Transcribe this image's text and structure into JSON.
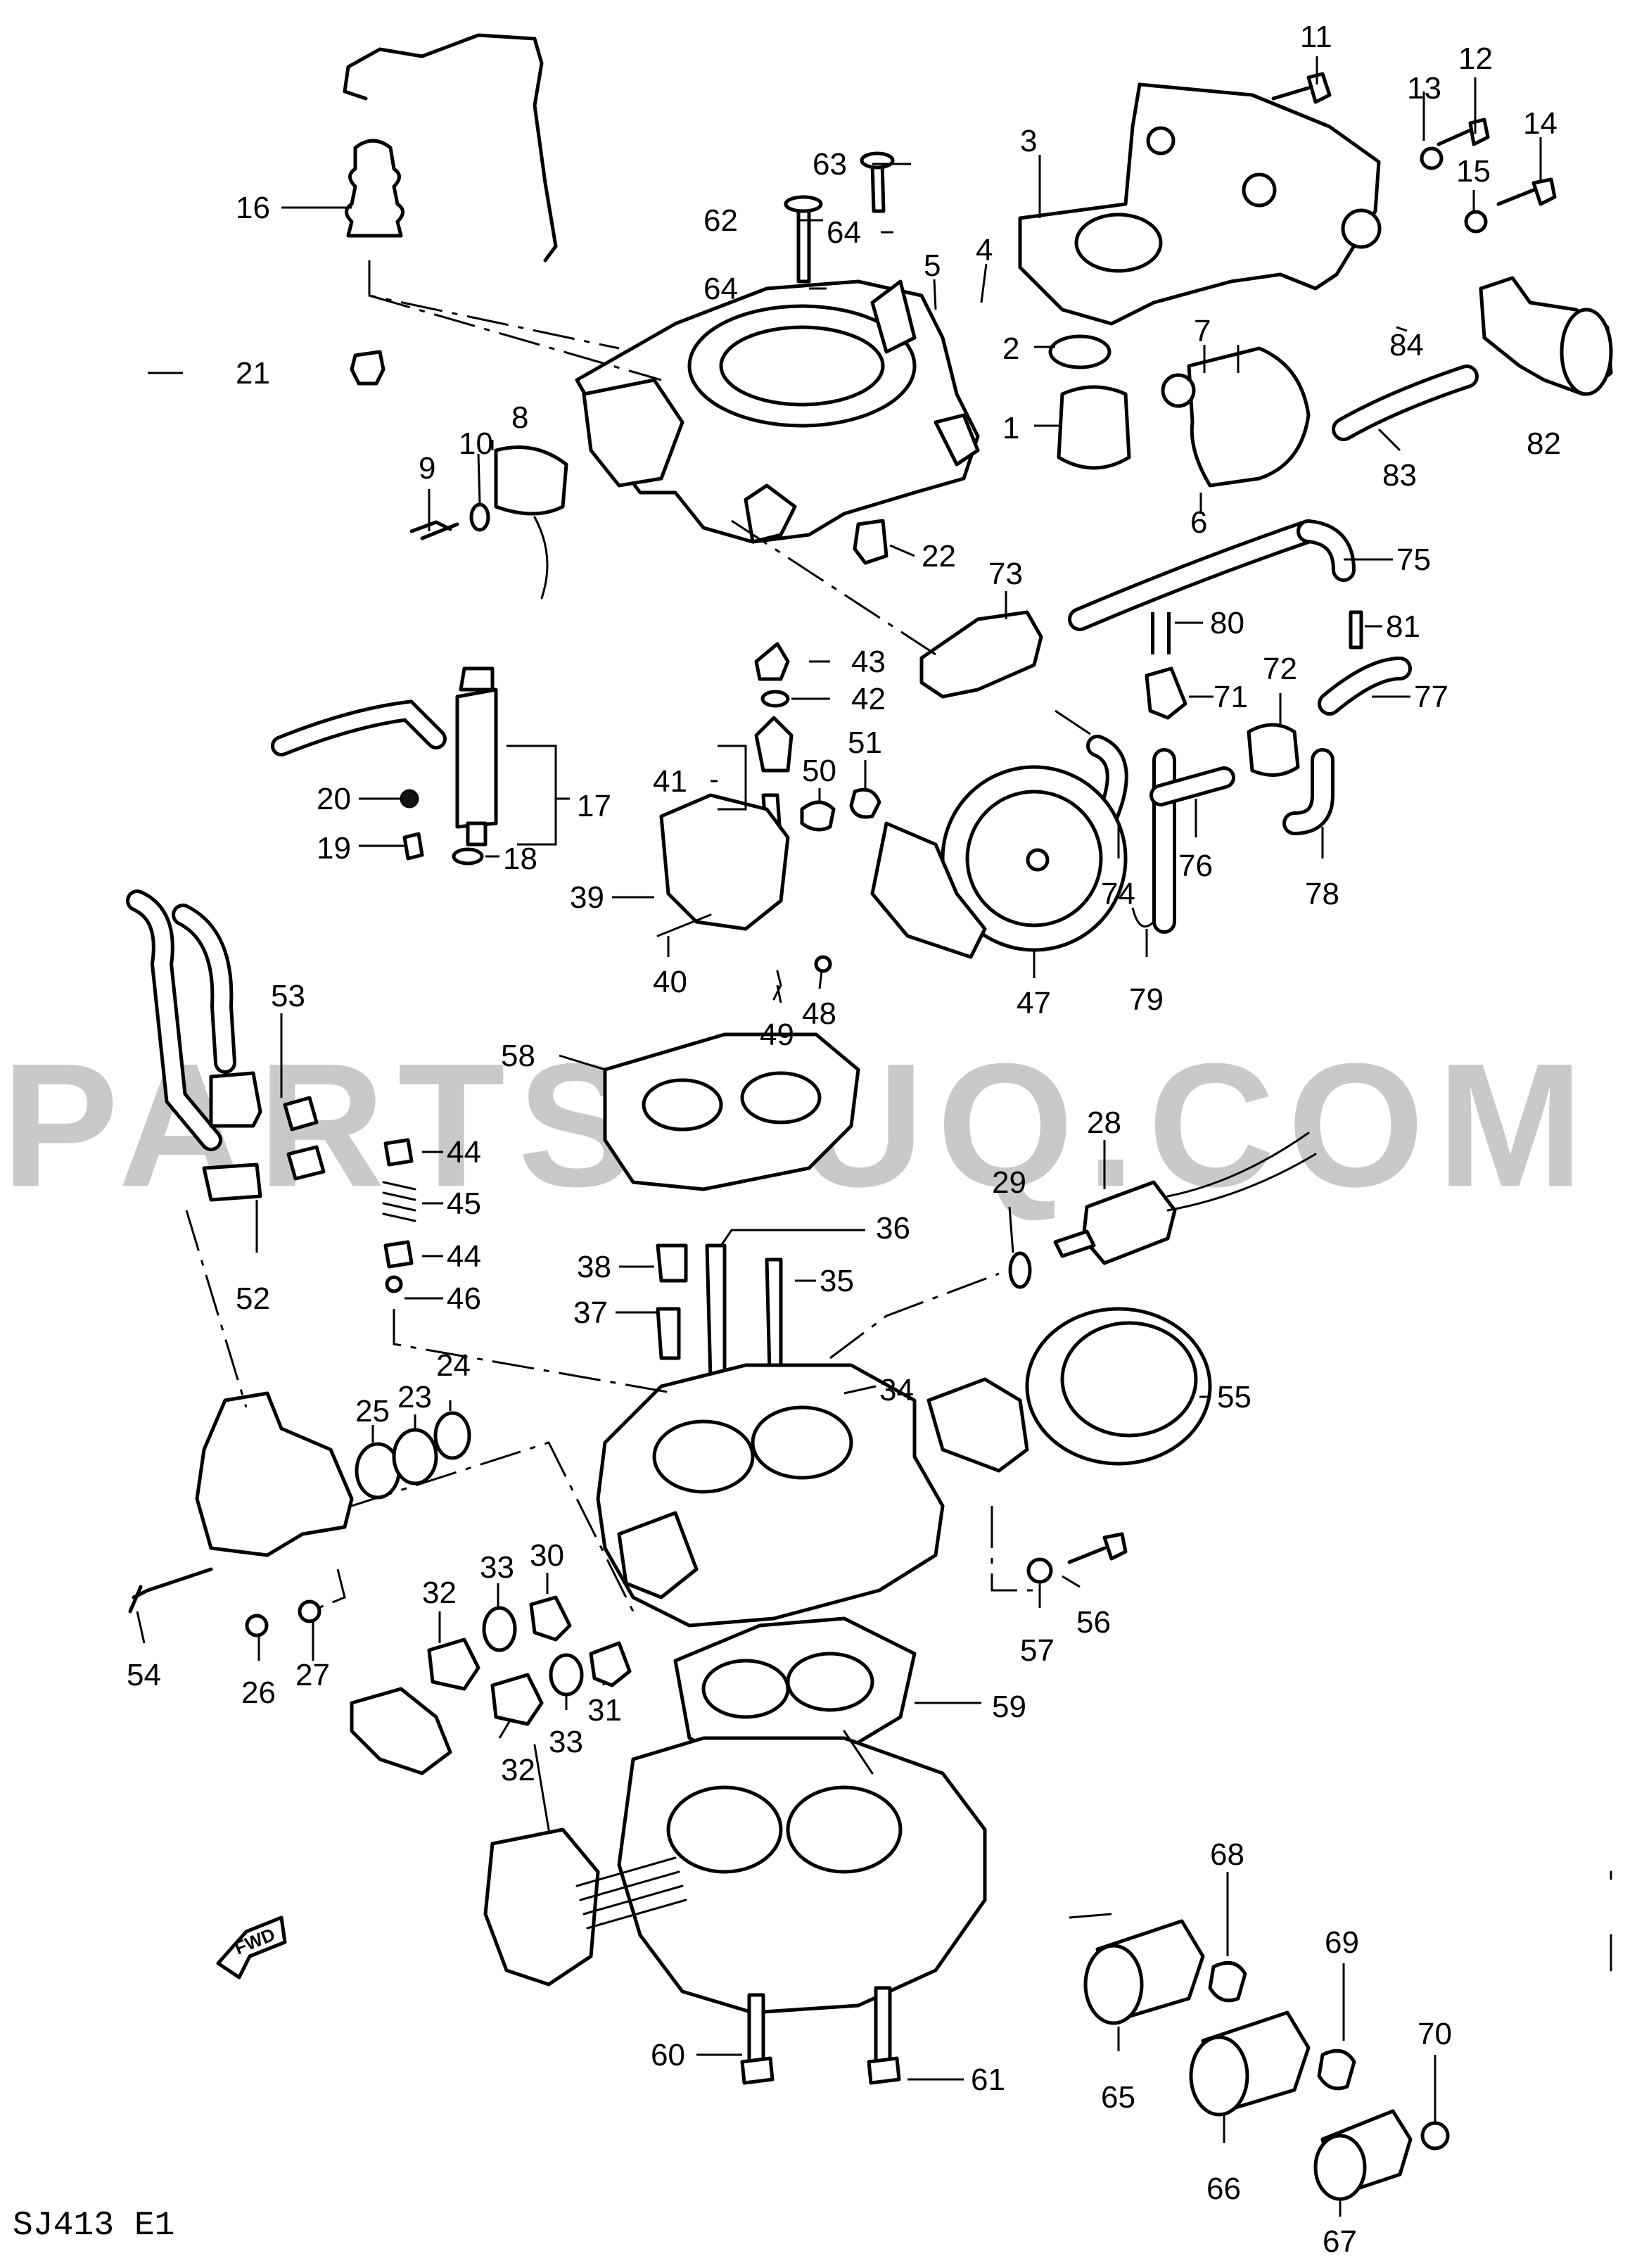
{
  "diagram": {
    "code": "SJ413 E1",
    "watermark": "PARTSOUQ.COM",
    "direction_marker": "FWD",
    "callouts": [
      "1",
      "2",
      "3",
      "4",
      "5",
      "6",
      "7",
      "8",
      "9",
      "10",
      "11",
      "12",
      "13",
      "14",
      "15",
      "16",
      "17",
      "18",
      "19",
      "20",
      "21",
      "22",
      "23",
      "24",
      "25",
      "26",
      "27",
      "28",
      "29",
      "30",
      "31",
      "32",
      "32",
      "33",
      "33",
      "34",
      "35",
      "36",
      "37",
      "38",
      "39",
      "40",
      "41",
      "42",
      "43",
      "44",
      "44",
      "45",
      "46",
      "47",
      "48",
      "49",
      "50",
      "51",
      "52",
      "53",
      "54",
      "55",
      "56",
      "57",
      "58",
      "59",
      "60",
      "61",
      "62",
      "63",
      "64",
      "64",
      "65",
      "66",
      "67",
      "68",
      "69",
      "70",
      "71",
      "72",
      "73",
      "74",
      "75",
      "76",
      "77",
      "78",
      "79",
      "80",
      "81",
      "82",
      "83",
      "84"
    ]
  }
}
